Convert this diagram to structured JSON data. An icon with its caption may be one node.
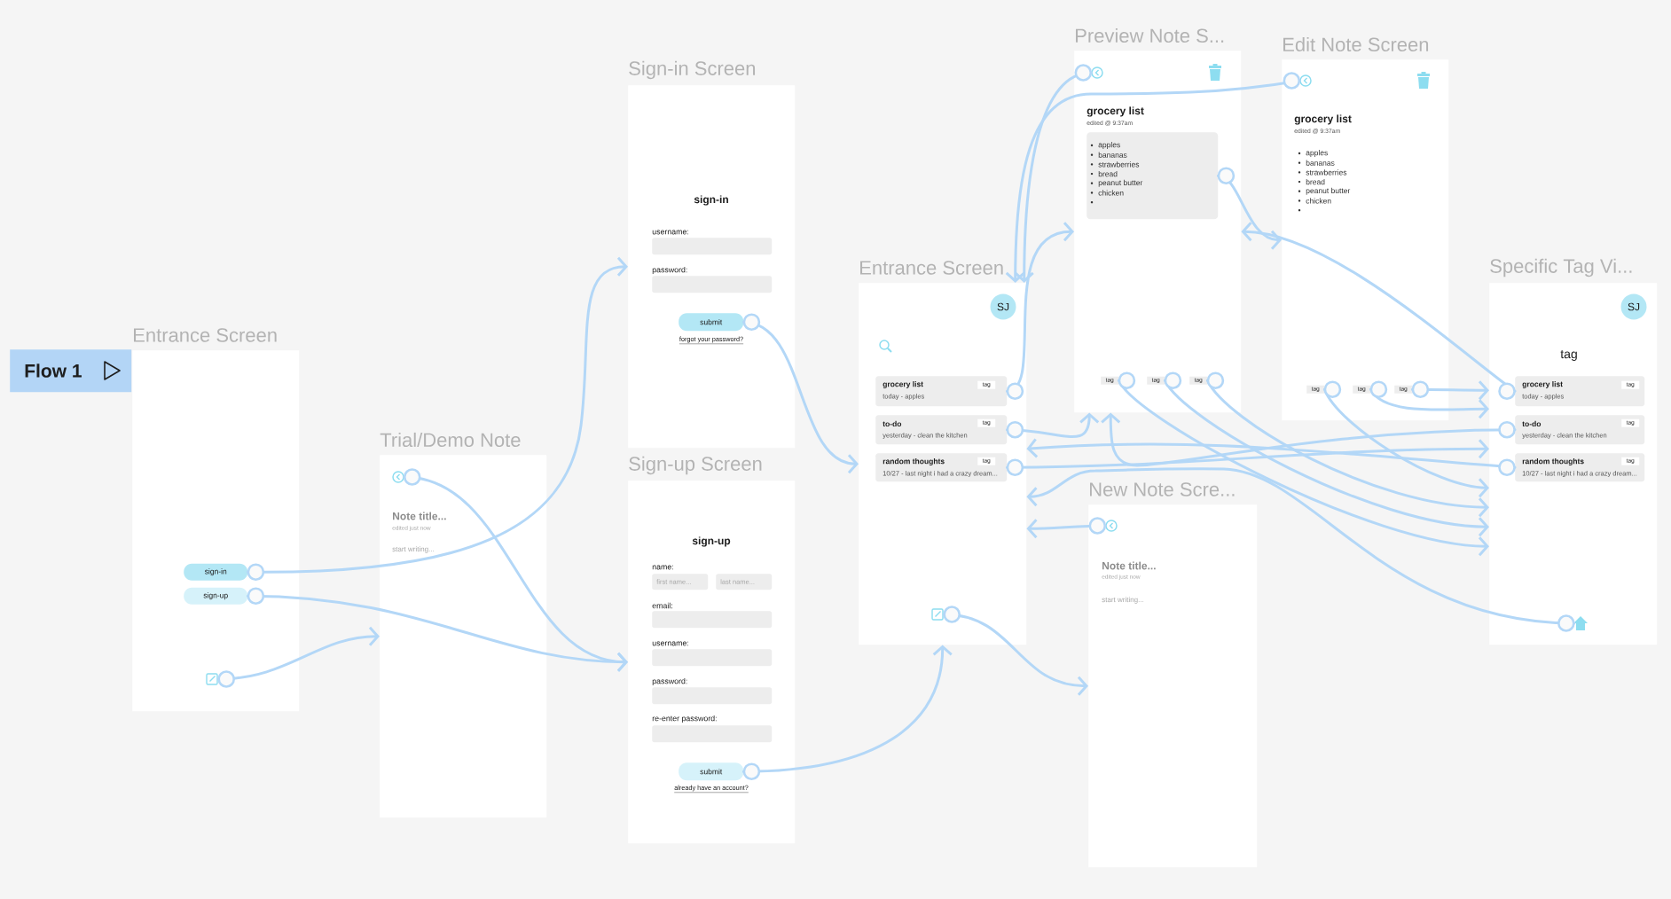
{
  "diagram": {
    "nodes": [
      {
        "text": [
          "Flow 1"
        ]
      },
      {
        "text": [
          "Entrance Screen"
        ]
      },
      {
        "text": [
          "sign-in"
        ],
        "in": 1
      },
      {
        "text": [
          "sign-up"
        ],
        "in": 1
      },
      {
        "text": [],
        "shape": "picture",
        "in": 1
      },
      {
        "text": [
          "Trial/Demo Note",
          "Note title...",
          "edited just now",
          "start writing..."
        ]
      },
      {
        "text": [],
        "shape": "picture",
        "in": 5
      },
      {
        "text": [
          "Sign-in Screen",
          "sign-in",
          "username:",
          "password:",
          "forgot your password?"
        ]
      },
      {
        "text": [],
        "shape": "box",
        "in": 7
      },
      {
        "text": [],
        "shape": "box",
        "in": 7
      },
      {
        "text": [
          "submit"
        ],
        "in": 7
      },
      {
        "text": [
          "Sign-up Screen",
          "sign-up",
          "name:",
          "email:",
          "username:",
          "password:",
          "re-enter password:",
          "already have an account?"
        ]
      },
      {
        "text": [
          "first name..."
        ],
        "in": 11
      },
      {
        "text": [
          "last name..."
        ],
        "in": 11
      },
      {
        "text": [],
        "shape": "box",
        "in": 11
      },
      {
        "text": [],
        "shape": "box",
        "in": 11
      },
      {
        "text": [],
        "shape": "box",
        "in": 11
      },
      {
        "text": [],
        "shape": "box",
        "in": 11
      },
      {
        "text": [
          "submit"
        ],
        "in": 11
      },
      {
        "text": [
          "Entrance Screen"
        ]
      },
      {
        "text": [
          "SJ"
        ],
        "in": 19
      },
      {
        "text": [
          "grocery list",
          "today - apples"
        ],
        "in": 19
      },
      {
        "text": [
          "tag"
        ],
        "in": 21
      },
      {
        "text": [
          "to-do",
          "yesterday - clean the kitchen"
        ],
        "in": 19
      },
      {
        "text": [
          "tag"
        ],
        "in": 23
      },
      {
        "text": [
          "random thoughts",
          "10/27 - last night i had a crazy dream..."
        ],
        "in": 19
      },
      {
        "text": [
          "tag"
        ],
        "in": 25
      },
      {
        "text": [],
        "shape": "picture",
        "in": 19
      },
      {
        "text": [
          "Preview Note S...",
          "grocery list",
          "edited @ 9:37am"
        ]
      },
      {
        "text": [],
        "shape": "picture",
        "in": 28
      },
      {
        "text": [
          "apples",
          "bananas",
          "strawberries",
          "bread",
          "peanut butter",
          "chicken"
        ],
        "in": 28
      },
      {
        "text": [
          "tag"
        ],
        "in": 28
      },
      {
        "text": [
          "tag"
        ],
        "in": 28
      },
      {
        "text": [
          "tag"
        ],
        "in": 28
      },
      {
        "text": [
          "Edit Note Screen",
          "grocery list",
          "edited @ 9:37am",
          "apples",
          "bananas",
          "strawberries",
          "bread",
          "peanut butter",
          "chicken"
        ]
      },
      {
        "text": [],
        "shape": "picture",
        "in": 34
      },
      {
        "text": [
          "tag"
        ],
        "in": 34
      },
      {
        "text": [
          "tag"
        ],
        "in": 34
      },
      {
        "text": [
          "tag"
        ],
        "in": 34
      },
      {
        "text": [
          "New Note Scre...",
          "Note title...",
          "edited just now",
          "start writing..."
        ]
      },
      {
        "text": [],
        "shape": "picture",
        "in": 39
      },
      {
        "text": [
          "Specific Tag Vi...",
          "tag"
        ]
      },
      {
        "text": [
          "SJ"
        ],
        "in": 41
      },
      {
        "text": [
          "grocery list",
          "today - apples"
        ],
        "in": 41
      },
      {
        "text": [
          "tag"
        ],
        "in": 43
      },
      {
        "text": [
          "to-do",
          "yesterday - clean the kitchen"
        ],
        "in": 41
      },
      {
        "text": [
          "tag"
        ],
        "in": 45
      },
      {
        "text": [
          "random thoughts",
          "10/27 - last night i had a crazy dream..."
        ],
        "in": 41
      },
      {
        "text": [
          "tag"
        ],
        "in": 47
      },
      {
        "text": [],
        "shape": "picture",
        "in": 41
      }
    ],
    "edges": [
      {
        "from": 2,
        "to": 7,
        "arrow": "to"
      },
      {
        "from": 3,
        "to": 11,
        "arrow": "to"
      },
      {
        "from": 4,
        "to": 5,
        "arrow": "to"
      },
      {
        "from": 6,
        "to": 11,
        "arrow": "to"
      },
      {
        "from": 10,
        "to": 19,
        "arrow": "to"
      },
      {
        "from": 18,
        "to": 19,
        "arrow": "to"
      },
      {
        "from": 21,
        "to": 28,
        "arrow": "to"
      },
      {
        "from": 23,
        "to": 28,
        "arrow": "to"
      },
      {
        "from": 25,
        "to": 41,
        "arrow": "to"
      },
      {
        "from": 27,
        "to": 39,
        "arrow": "to"
      },
      {
        "from": 29,
        "to": 19,
        "arrow": "to"
      },
      {
        "from": 35,
        "to": 19,
        "arrow": "to"
      },
      {
        "from": 30,
        "to": 34,
        "arrow": "to"
      },
      {
        "from": 31,
        "to": 41,
        "arrow": "to"
      },
      {
        "from": 32,
        "to": 41,
        "arrow": "to"
      },
      {
        "from": 33,
        "to": 41,
        "arrow": "to"
      },
      {
        "from": 36,
        "to": 41,
        "arrow": "to"
      },
      {
        "from": 37,
        "to": 41,
        "arrow": "to"
      },
      {
        "from": 38,
        "to": 41,
        "arrow": "to"
      },
      {
        "from": 43,
        "to": 28,
        "arrow": "to"
      },
      {
        "from": 45,
        "to": 28,
        "arrow": "to"
      },
      {
        "from": 47,
        "to": 19,
        "arrow": "to"
      },
      {
        "from": 49,
        "to": 19,
        "arrow": "to"
      },
      {
        "from": 40,
        "to": 19,
        "arrow": "to"
      }
    ]
  }
}
